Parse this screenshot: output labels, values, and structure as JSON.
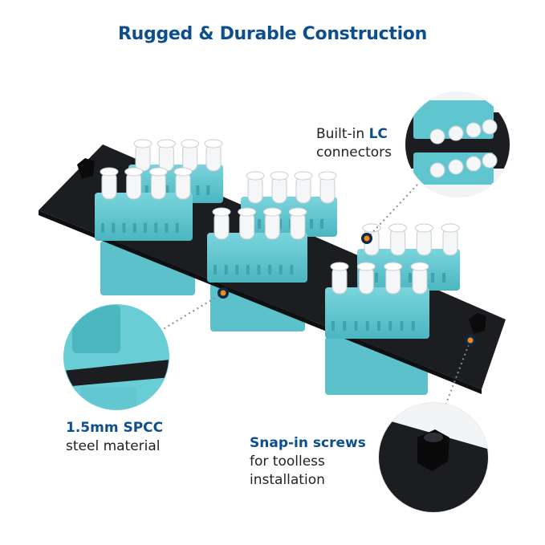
{
  "title": "Rugged & Durable Construction",
  "colors": {
    "brand_blue": "#0d4f8c",
    "panel_black": "#1b1d20",
    "connector_aqua": "#5fc6cf",
    "connector_aqua_dark": "#3fa3ad",
    "cap_white": "#f4f6f7",
    "dot_orange": "#f08a1c"
  },
  "callouts": {
    "lc": {
      "line1_prefix": "Built-in ",
      "line1_strong": "LC",
      "line2": "connectors"
    },
    "spcc": {
      "line1": "1.5mm  SPCC",
      "line2": "steel material"
    },
    "screws": {
      "line1": "Snap-in screws",
      "line2": "for toolless",
      "line3": "installation"
    }
  },
  "icons": {
    "zoom_lc": "lc-connector-closeup",
    "zoom_spcc": "steel-plate-edge-closeup",
    "zoom_screw": "snap-in-screw-closeup",
    "marker": "orange-hotspot-dot"
  }
}
